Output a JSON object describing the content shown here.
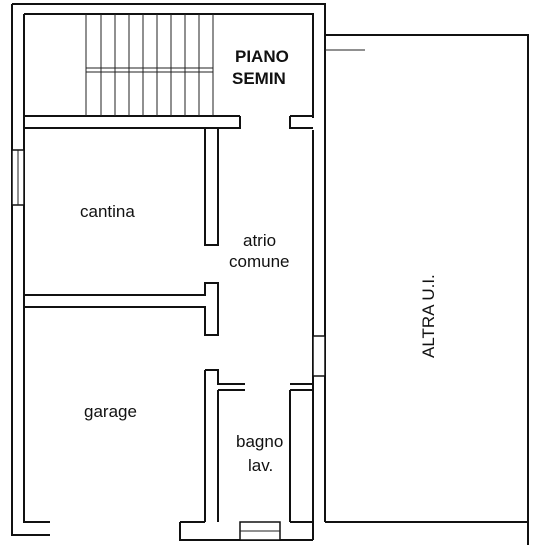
{
  "rooms": {
    "stair_label_1": "PIANO",
    "stair_label_2": "SEMIN",
    "cantina": "cantina",
    "atrio_1": "atrio",
    "atrio_2": "comune",
    "garage": "garage",
    "bagno_1": "bagno",
    "bagno_2": "lav.",
    "altra": "ALTRA U.I."
  },
  "colors": {
    "wall": "#111111",
    "background": "#ffffff"
  }
}
